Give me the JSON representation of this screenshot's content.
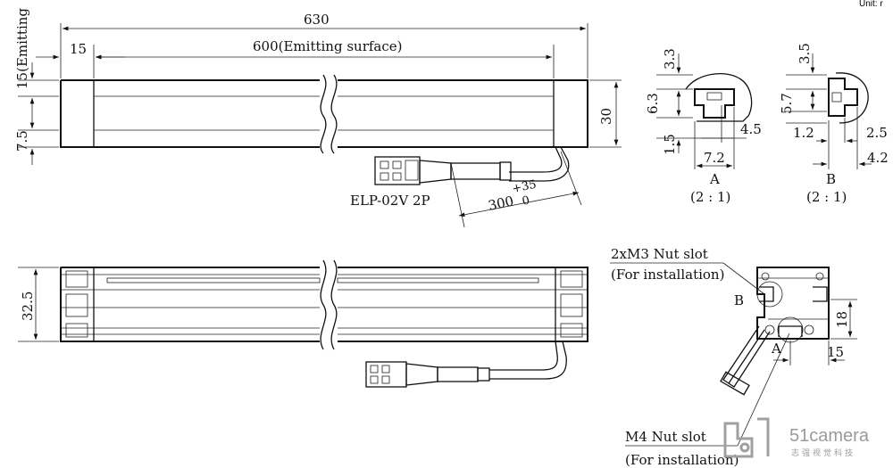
{
  "unit_label": "Unit: r",
  "top_view": {
    "dim_total": "630",
    "dim_edge": "15",
    "dim_emitting": "600(Emitting surface)",
    "dim_left_top": "15(Emitting",
    "dim_left_bottom": "7.5",
    "dim_height": "30",
    "connector_label": "ELP-02V 2P",
    "cable_length": "300",
    "cable_tol_plus": "+35",
    "cable_tol_minus": "0"
  },
  "front_view": {
    "dim_height": "32.5"
  },
  "detail_a": {
    "d1": "3.3",
    "d2": "6.3",
    "d3": "1.5",
    "d4": "4.5",
    "d5": "7.2",
    "name": "A",
    "scale": "(2 : 1)"
  },
  "detail_b": {
    "d1": "3.5",
    "d2": "5.7",
    "d3": "1.2",
    "d4": "2.5",
    "d5": "4.2",
    "name": "B",
    "scale": "(2 : 1)"
  },
  "side_view": {
    "nut_m3_line1": "2xM3 Nut slot",
    "nut_m3_line2": "(For installation)",
    "nut_m4_line1": "M4 Nut slot",
    "nut_m4_line2": "(For installation)",
    "mark_b": "B",
    "mark_a": "A",
    "dim_18": "18",
    "dim_15": "15"
  },
  "watermark": {
    "brand": "51camera",
    "sub": "志强视觉科技"
  }
}
